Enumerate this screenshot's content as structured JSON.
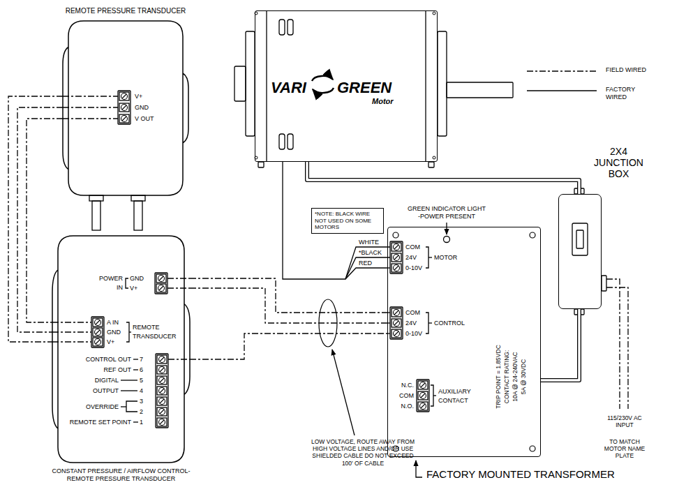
{
  "diagram": {
    "nodes": [
      {
        "text": [
          "REMOTE PRESSURE TRANSDUCER"
        ]
      },
      {
        "text": [
          "VARI",
          "GREEN",
          "Motor"
        ]
      },
      {
        "text": [
          "*NOTE: BLACK WIRE NOT USED ON SOME MOTORS"
        ]
      },
      {
        "text": [
          "2X4 JUNCTION BOX"
        ]
      },
      {
        "text": [
          "CONSTANT PRESSURE / AIRFLOW CONTROL- REMOTE PRESSURE TRANSDUCER"
        ]
      },
      {
        "text": [
          "FACTORY MOUNTED TRANSFORMER"
        ]
      }
    ],
    "edges": [
      {
        "from": 0,
        "to": 4,
        "arrow": "none"
      },
      {
        "from": 0,
        "to": 4,
        "arrow": "none"
      },
      {
        "from": 0,
        "to": 4,
        "arrow": "none"
      },
      {
        "from": 4,
        "to": 5,
        "arrow": "none"
      },
      {
        "from": 4,
        "to": 5,
        "arrow": "none"
      },
      {
        "from": 4,
        "to": 5,
        "arrow": "none"
      },
      {
        "from": 1,
        "to": 5,
        "arrow": "none"
      },
      {
        "from": 1,
        "to": 3,
        "arrow": "none"
      },
      {
        "from": 3,
        "to": 5,
        "arrow": "none"
      }
    ],
    "labels": [
      "V+",
      "GND",
      "V OUT",
      "POWER",
      "IN",
      "GND",
      "V+",
      "A IN",
      "GND",
      "V+",
      "REMOTE",
      "TRANSDUCER",
      "CONTROL OUT",
      "7",
      "REF OUT",
      "6",
      "DIGITAL",
      "OUTPUT",
      "5",
      "4",
      "3",
      "OVERRIDE",
      "2",
      "REMOTE SET POINT",
      "1",
      "GREEN INDICATOR LIGHT",
      "-POWER PRESENT",
      "WHITE",
      "*BLACK",
      "RED",
      "COM",
      "24V",
      "0-10V",
      "MOTOR",
      "COM",
      "24V",
      "0-10V",
      "CONTROL",
      "N.C.",
      "COM",
      "N.O.",
      "AUXILIARY",
      "CONTACT",
      "TRIP POINT = 1.85VDC",
      "CONTACT RATING:",
      "10A @ 24-240VAC",
      "5A @ 30VDC",
      "LOW VOLTAGE, ROUTE AWAY FROM HIGH VOLTAGE LINES AND/OR USE SHIELDED CABLE DO NOT EXCEED 100' OF CABLE",
      "115/230V AC INPUT",
      "TO MATCH MOTOR NAME PLATE"
    ],
    "legend": [
      {
        "text": "FIELD WIRED"
      },
      {
        "text": "FACTORY WIRED"
      }
    ]
  }
}
